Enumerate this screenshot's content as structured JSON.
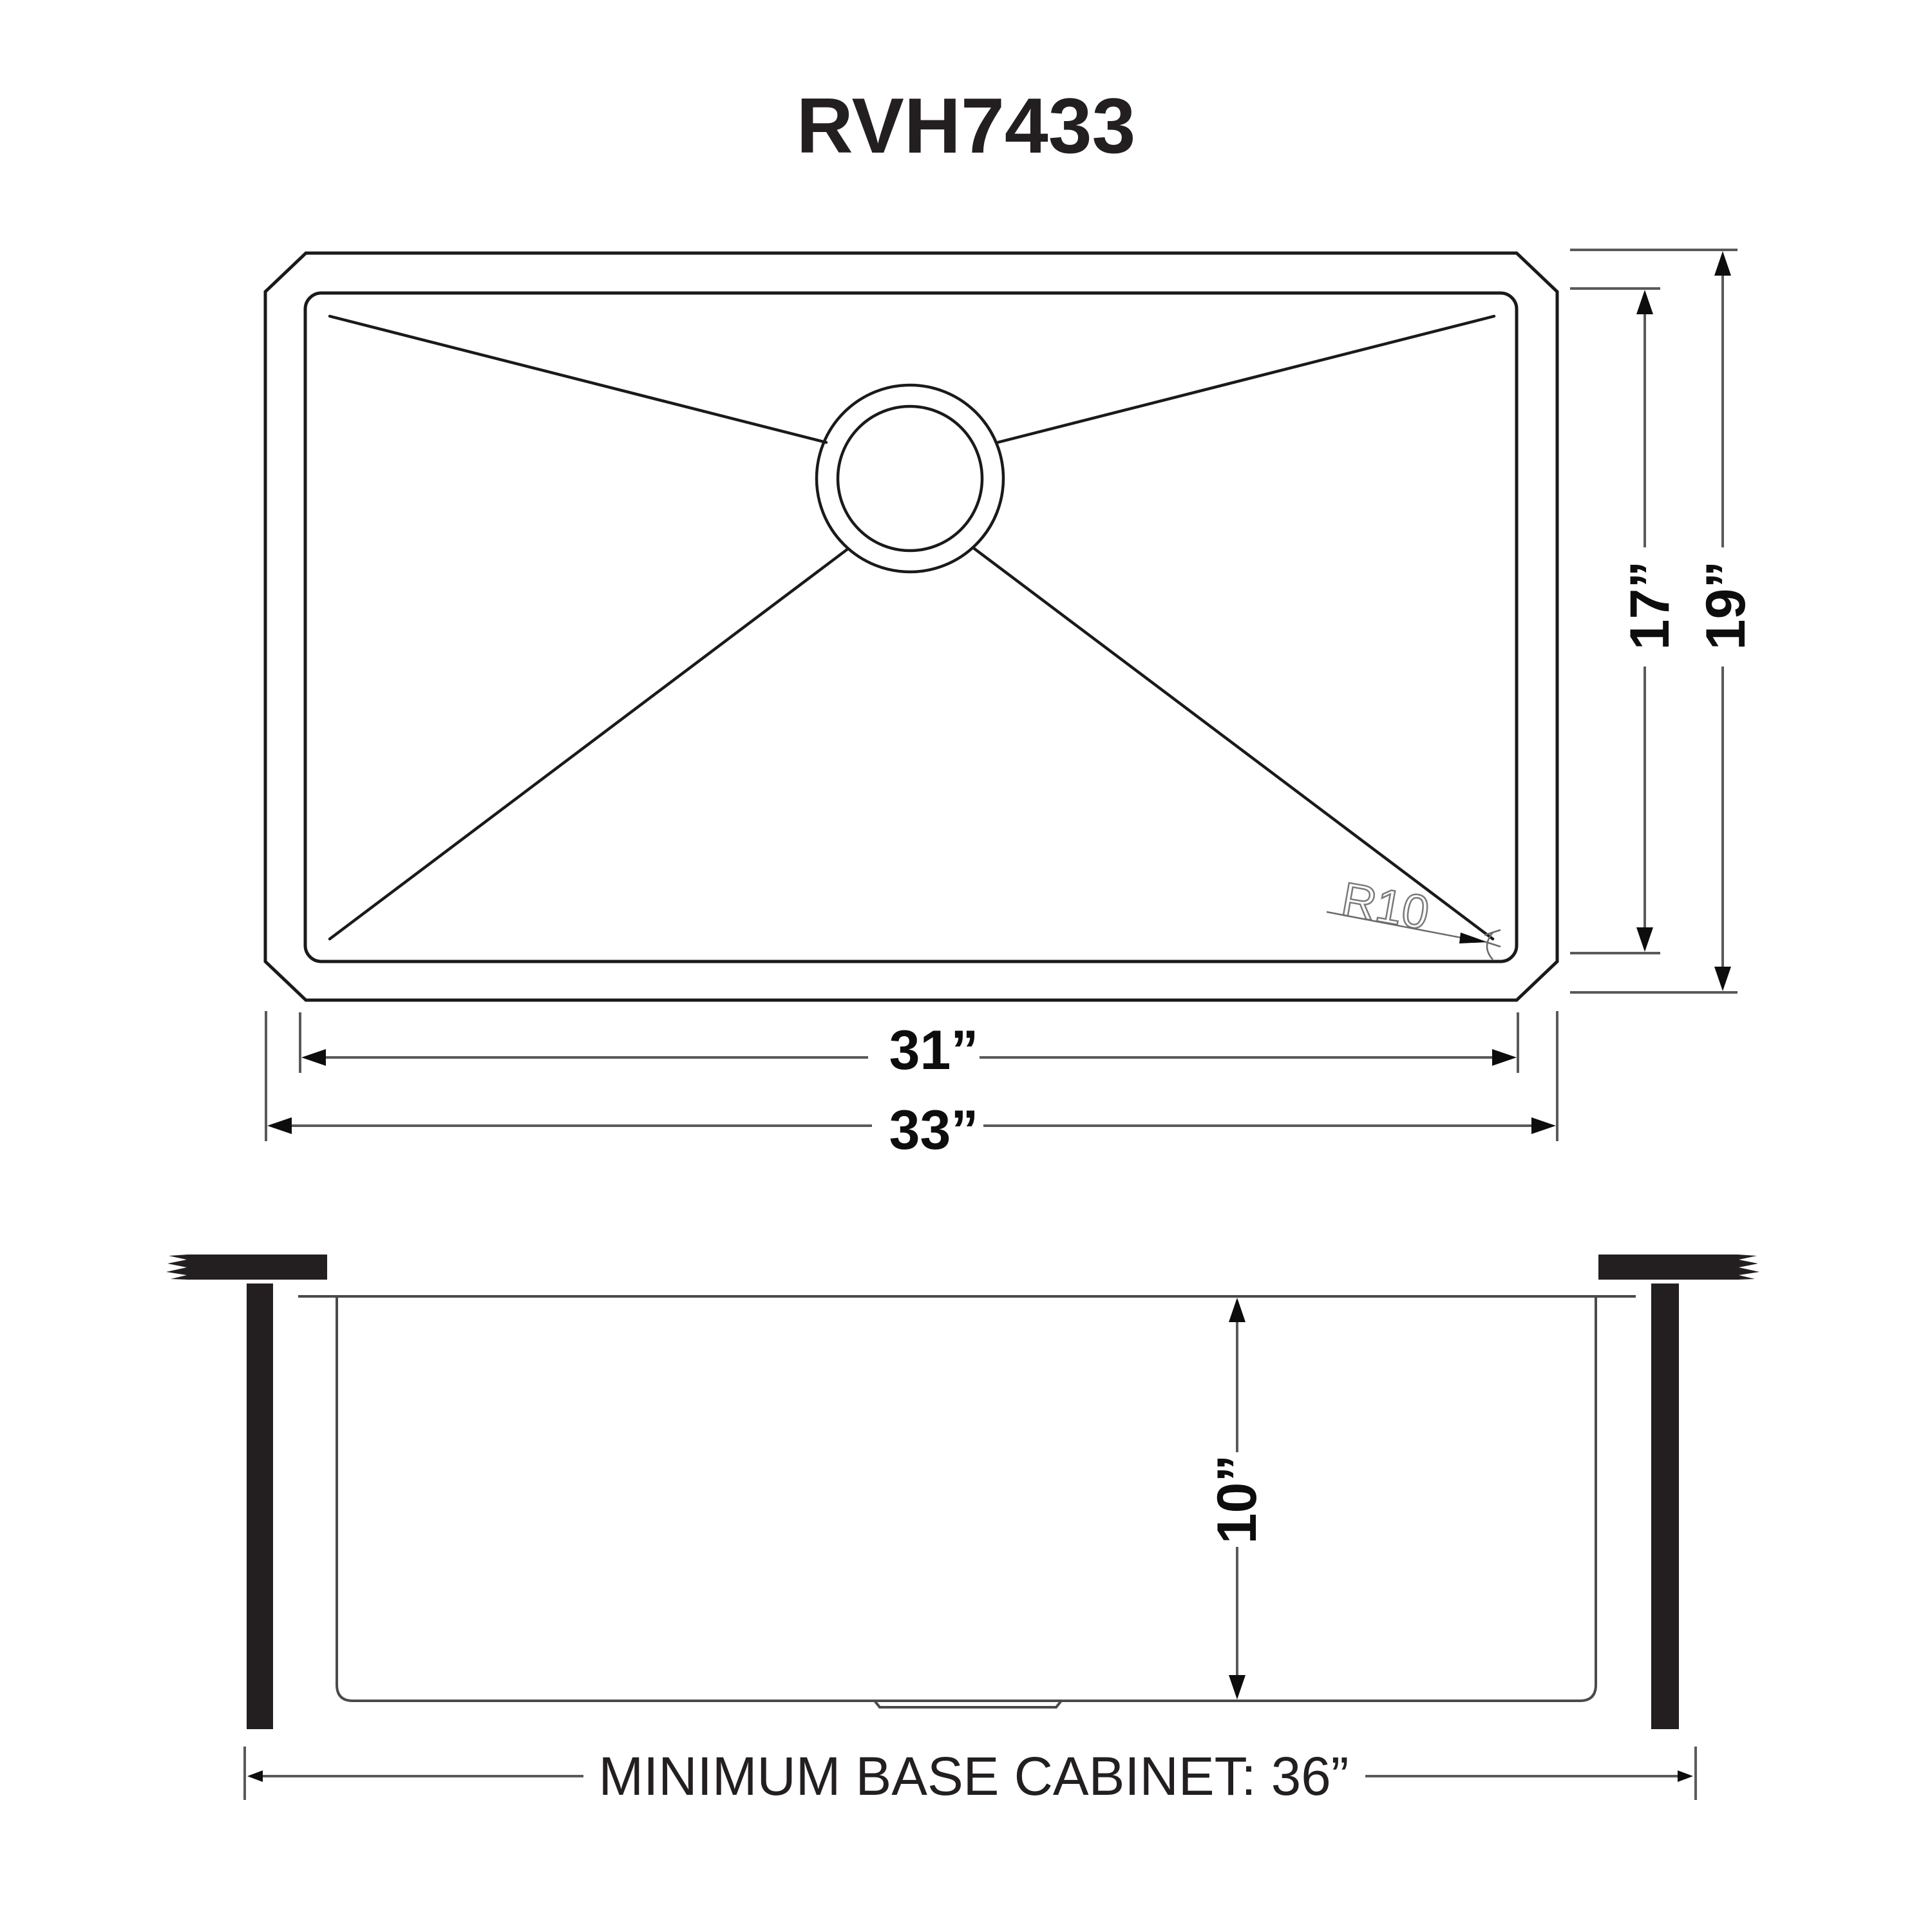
{
  "title": "RVH7433",
  "top_view": {
    "inner_width_label": "31”",
    "outer_width_label": "33”",
    "inner_depth_label": "17”",
    "outer_depth_label": "19”",
    "corner_radius_label": "R10"
  },
  "side_view": {
    "bowl_depth_label": "10”",
    "min_cabinet_label": "MINIMUM BASE CABINET: 36”"
  },
  "dimensions": {
    "inner_width_in": 31,
    "outer_width_in": 33,
    "inner_depth_in": 17,
    "outer_depth_in": 19,
    "bowl_depth_in": 10,
    "min_base_cabinet_in": 36,
    "corner_radius_mm": 10
  },
  "colors": {
    "line": "#1a1a1a",
    "dimension_line": "#5a5a5a",
    "countertop": "#231f20",
    "background": "#ffffff"
  }
}
